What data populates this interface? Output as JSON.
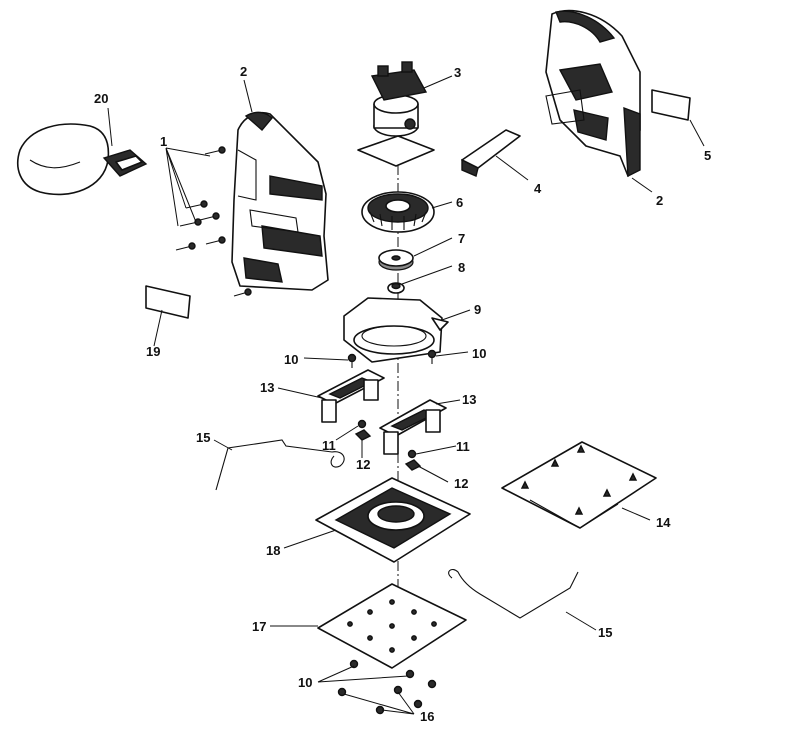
{
  "callouts": {
    "c1": "1",
    "c2a": "2",
    "c2b": "2",
    "c3": "3",
    "c4": "4",
    "c5": "5",
    "c6": "6",
    "c7": "7",
    "c8": "8",
    "c9": "9",
    "c10a": "10",
    "c10b": "10",
    "c10c": "10",
    "c11a": "11",
    "c11b": "11",
    "c12a": "12",
    "c12b": "12",
    "c13a": "13",
    "c13b": "13",
    "c14": "14",
    "c15a": "15",
    "c15b": "15",
    "c16": "16",
    "c17": "17",
    "c18": "18",
    "c19": "19",
    "c20": "20"
  }
}
